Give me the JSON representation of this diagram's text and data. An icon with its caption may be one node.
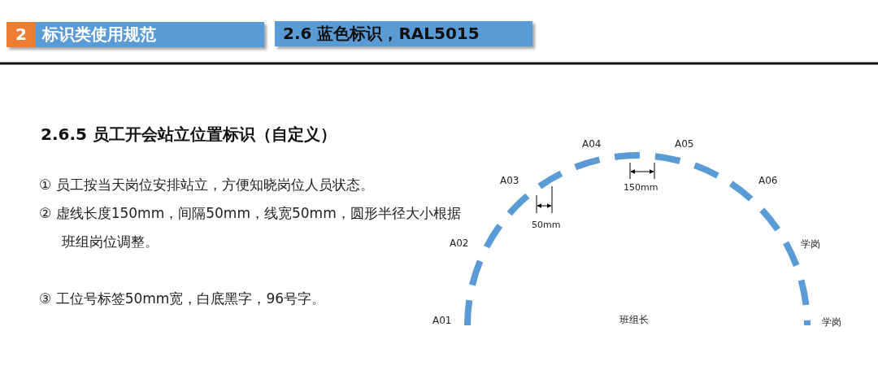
{
  "diagram": {
    "title": "2.6.5 员工开会站立位置标识（自定义）",
    "labels": [
      "2",
      "标识类使用规范",
      "2.6 蓝色标识，RAL5015",
      "① 员工按当天岗位安排站立，方便知晓岗位人员状态。",
      "② 虚线长度150mm，间隔50mm，线宽50mm，圆形半径大小根据班组岗位调整。",
      "③ 工位号标签50mm宽，白底黑字，96号字。",
      "A04",
      "A05",
      "A03",
      "A06",
      "150mm",
      "50mm",
      "A02",
      "学岗",
      "A01",
      "班组长",
      "学岗"
    ]
  }
}
